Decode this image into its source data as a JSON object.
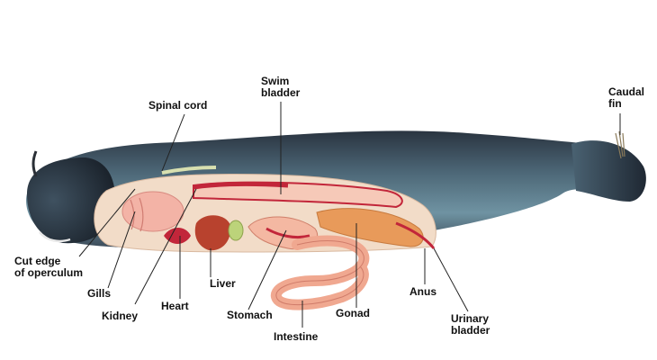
{
  "diagram": {
    "labels": {
      "spinal_cord": "Spinal cord",
      "swim_bladder": [
        "Swim",
        "bladder"
      ],
      "caudal_fin": [
        "Caudal",
        "fin"
      ],
      "cut_edge_operculum": [
        "Cut edge",
        "of operculum"
      ],
      "gills": "Gills",
      "kidney": "Kidney",
      "heart": "Heart",
      "liver": "Liver",
      "stomach": "Stomach",
      "intestine": "Intestine",
      "gonad": "Gonad",
      "anus": "Anus",
      "urinary_bladder": [
        "Urinary",
        "bladder"
      ]
    },
    "colors": {
      "body_dark": "#2f3a48",
      "body_mid": "#5e7f90",
      "body_light": "#7fa3b0",
      "cavity": "#f2dcc8",
      "organ_pink": "#f3b9a8",
      "organ_red": "#c2263a",
      "gonad_orange": "#e89a5a",
      "leader_line": "#222222"
    }
  }
}
